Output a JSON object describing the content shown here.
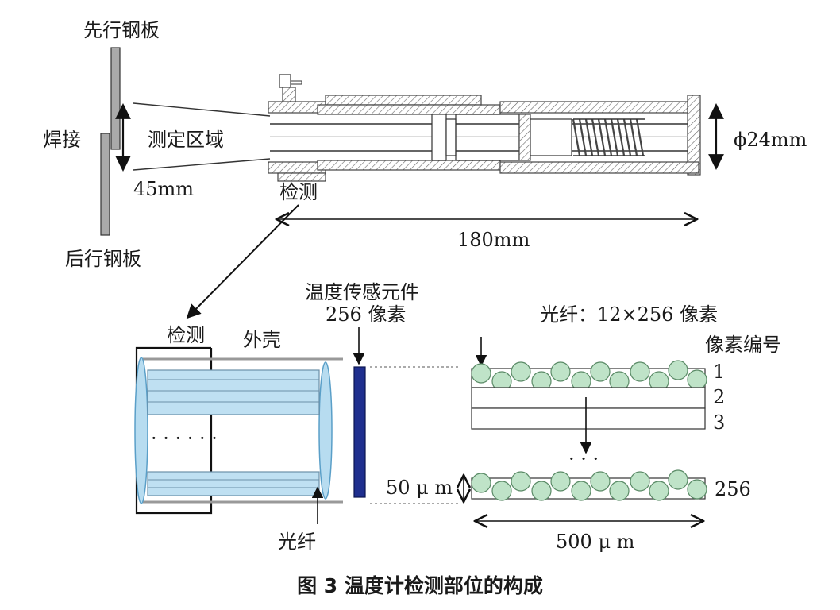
{
  "labels": {
    "leading_plate": "先行钢板",
    "weld": "焊接",
    "measure_zone": "测定区域",
    "trailing_plate": "后行钢板",
    "width_45": "45mm",
    "detect_top": "检测",
    "diameter": "ϕ24mm",
    "length_180": "180mm",
    "sensor_line1": "温度传感元件",
    "sensor_line2": "256 像素",
    "detect_bottom": "检测",
    "shell": "外壳",
    "fiber_top": "光纤：12×256 像素",
    "pixel_number": "像素编号",
    "row1": "1",
    "row2": "2",
    "row3": "3",
    "row256": "256",
    "height_50": "50 μ m",
    "width_500": "500 μ m",
    "fiber_bottom": "光纤",
    "dots": "· · · · · ·",
    "vdots": "· · ·"
  },
  "caption": "图 3  温度计检测部位的构成"
}
